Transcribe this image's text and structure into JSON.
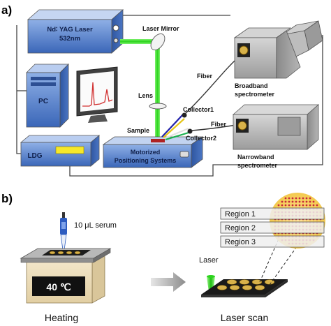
{
  "panel_a": {
    "label": "a)",
    "laser_line1": "Nd∶ YAG Laser",
    "laser_line2": "532nm",
    "laser_mirror": "Laser Mirror",
    "pc": "PC",
    "lens": "Lens",
    "fiber_top": "Fiber",
    "fiber_bottom": "Fiber",
    "broadband_line1": "Broadband",
    "broadband_line2": "spectrometer",
    "collector1": "Collector1",
    "collector2": "Collector2",
    "sample": "Sample",
    "narrowband_line1": "Narrowband",
    "narrowband_line2": "spectrometer",
    "ldg": "LDG",
    "stage_line1": "Motorized",
    "stage_line2": "Positioning Systems"
  },
  "panel_b": {
    "label": "b)",
    "serum": "10 μL serum",
    "temperature": "40 ℃",
    "heating": "Heating",
    "laser": "Laser",
    "laser_scan": "Laser scan",
    "regions": [
      "Region 1",
      "Region 2",
      "Region 3"
    ]
  },
  "colors": {
    "laser_green": "#2bd41c",
    "box_blue": "#4a78c8",
    "yellow_region": "#f7d36a",
    "dot_red": "#c8283a"
  }
}
